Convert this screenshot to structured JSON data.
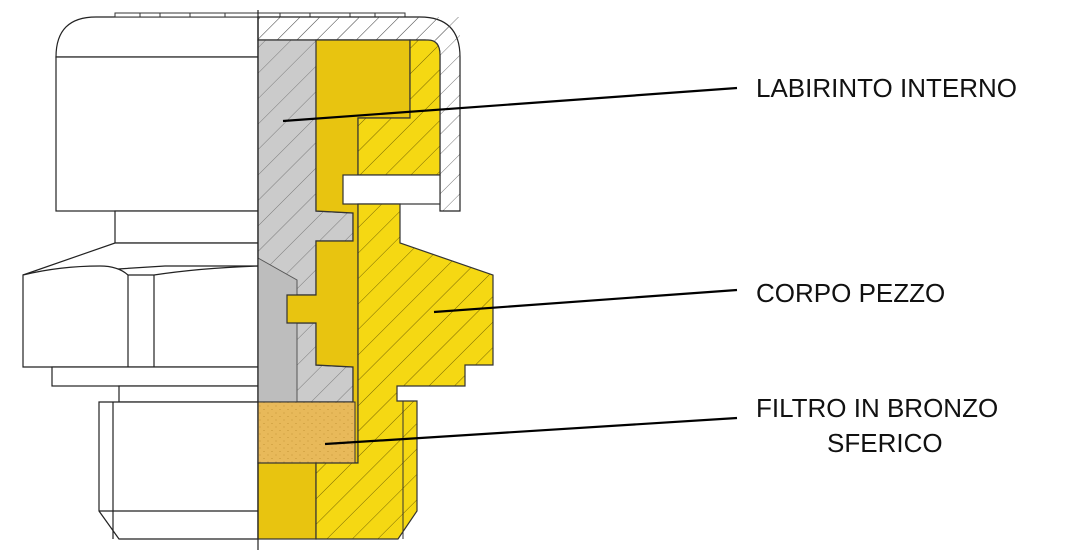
{
  "labels": {
    "internal_labyrinth": "LABIRINTO INTERNO",
    "body": "CORPO PEZZO",
    "filter_line1": "FILTRO IN BRONZO",
    "filter_line2": "SFERICO"
  },
  "colors": {
    "gray_part": "#cbcbcb",
    "gray_dark": "#bdbdbd",
    "yellow_dark": "#e8c410",
    "yellow_bright": "#f5d813",
    "filter": "#dcae4c"
  }
}
